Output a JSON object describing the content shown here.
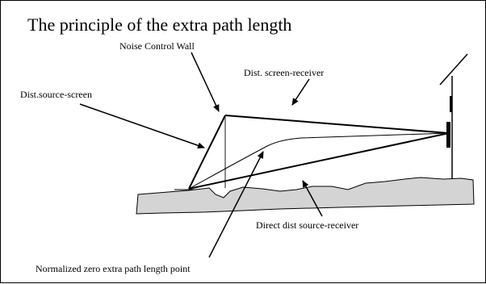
{
  "title": "The principle of the extra path length",
  "labels": {
    "noise_control_wall": "Noise Control Wall",
    "dist_source_screen": "Dist.source-screen",
    "dist_screen_receiver": "Dist. screen-receiver",
    "direct_dist": "Direct dist source-receiver",
    "normalized_zero": "Normalized zero extra path length point"
  },
  "colors": {
    "ground_fill": "#d4d4d4",
    "wall_color": "#8c8c8c",
    "line_color": "#000000"
  }
}
